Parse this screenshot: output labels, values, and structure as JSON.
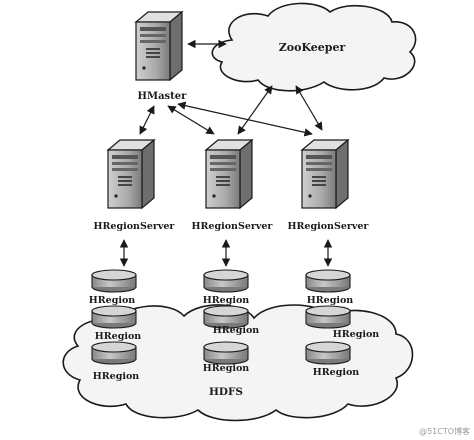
{
  "diagram": {
    "zookeeper": {
      "label": "ZooKeeper"
    },
    "hmaster": {
      "label": "HMaster"
    },
    "region_servers": [
      {
        "label": "HRegionServer"
      },
      {
        "label": "HRegionServer"
      },
      {
        "label": "HRegionServer"
      }
    ],
    "regions": [
      [
        "HRegion",
        "HRegion",
        "HRegion"
      ],
      [
        "HRegion",
        "HRegion",
        "HRegion"
      ],
      [
        "HRegion",
        "HRegion",
        "HRegion"
      ]
    ],
    "hdfs": {
      "label": "HDFS"
    },
    "watermark": "@51CTO博客"
  },
  "colors": {
    "ink": "#1a1a1a",
    "server_body": "#b8b8b8",
    "server_dark": "#7a7a7a",
    "disk_top": "#d8d8d8",
    "disk_side": "#9a9a9a",
    "cloud_fill": "#f4f4f4"
  }
}
